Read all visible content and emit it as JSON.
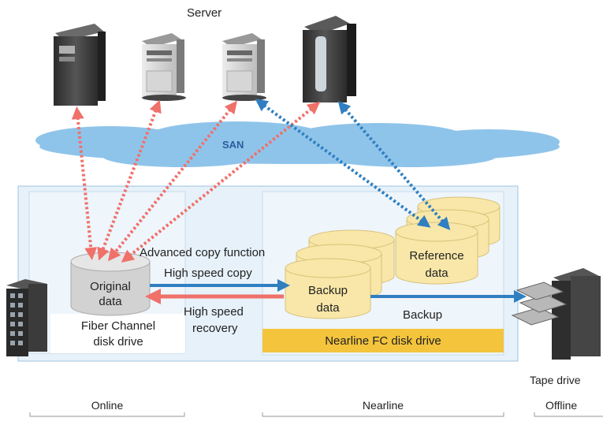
{
  "labels": {
    "server": "Server",
    "san": "SAN",
    "advanced_copy": "Advanced copy function",
    "high_speed_copy": "High speed copy",
    "high_speed_recovery_1": "High speed",
    "high_speed_recovery_2": "recovery",
    "original_1": "Original",
    "original_2": "data",
    "fc_disk_1": "Fiber Channel",
    "fc_disk_2": "disk drive",
    "backup_data_1": "Backup",
    "backup_data_2": "data",
    "backup": "Backup",
    "reference_1": "Reference",
    "reference_2": "data",
    "nearline_fc": "Nearline FC disk drive",
    "tape_drive": "Tape drive",
    "tier_online": "Online",
    "tier_nearline": "Nearline",
    "tier_offline": "Offline"
  },
  "colors": {
    "storage_bg": "#e6f1fa",
    "storage_border": "#9fc4e0",
    "cloud": "#8fc4ea",
    "red_arrow": "#f0706a",
    "blue_arrow": "#2f7fc1",
    "original_disk": "#d2d2d2",
    "backup_disk": "#f8e7a8",
    "nearline_bar": "#f3c43c"
  },
  "icons": [
    "server-tower-icon",
    "rack-server-icon",
    "tape-library-icon",
    "disk-array-icon"
  ]
}
